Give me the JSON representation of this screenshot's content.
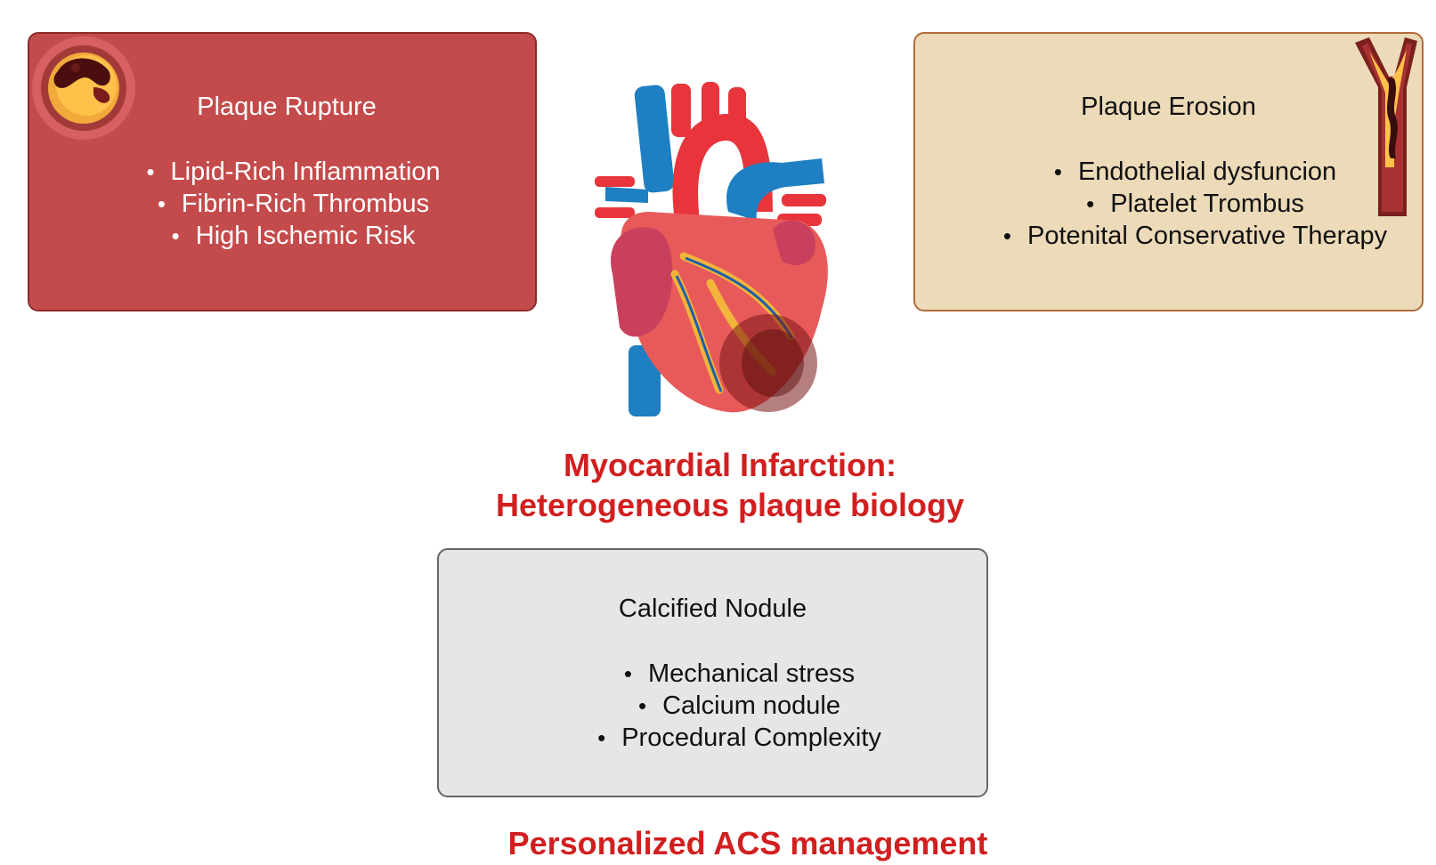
{
  "plaque_rupture": {
    "title": "Plaque Rupture",
    "bullets": [
      "Lipid-Rich Inflammation",
      "Fibrin-Rich Thrombus",
      "High Ischemic Risk"
    ],
    "icon": "artery-cross-section-icon"
  },
  "plaque_erosion": {
    "title": "Plaque Erosion",
    "bullets": [
      "Endothelial  dysfuncion",
      "Platelet Trombus",
      "Potenital Conservative Therapy"
    ],
    "icon": "artery-longitudinal-icon"
  },
  "calcified_nodule": {
    "title": "Calcified Nodule",
    "bullets": [
      "Mechanical stress",
      "Calcium nodule",
      "Procedural Complexity"
    ]
  },
  "center": {
    "icon": "heart-icon",
    "title_line1": "Myocardial Infarction:",
    "title_line2": "Heterogeneous plaque biology"
  },
  "footer": {
    "title": "Personalized ACS management"
  },
  "colors": {
    "rupture_box": "#c44b4b",
    "erosion_box": "#ecdab8",
    "nodule_box": "#e6e6e6",
    "headline_red": "#d11f1f"
  }
}
